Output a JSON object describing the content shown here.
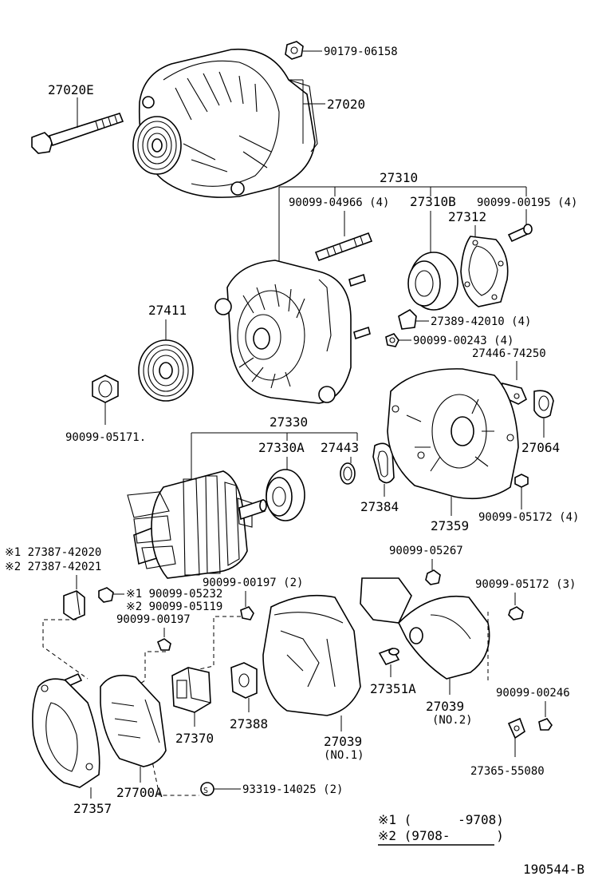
{
  "parts": {
    "nut_top": "90179-06158",
    "alternator": "27020",
    "bolt": "27020E",
    "frame_assy": "27310",
    "stud_bolt": "90099-04966 (4)",
    "bearing_rear": "27310B",
    "screw_top_right": "90099-00195 (4)",
    "retainer": "27312",
    "pulley": "27411",
    "insulator_42010": "27389-42010 (4)",
    "screw_00243": "90099-00243 (4)",
    "terminal_74250": "27446-74250",
    "cover_27064": "27064",
    "nut_05171": "90099-05171.",
    "rotor_assy": "27330",
    "bearing_27330a": "27330A",
    "ring_27443": "27443",
    "gasket_27384": "27384",
    "rear_frame": "27359",
    "nut_05172_4": "90099-05172 (4)",
    "holder_1": "※1 27387-42020",
    "holder_2": "※2 27387-42021",
    "bolt_alt_1": "※1 90099-05232",
    "bolt_alt_2": "※2 90099-05119",
    "screw_00197_single": "90099-00197",
    "screw_00197_2": "90099-00197 (2)",
    "nut_05267": "90099-05267",
    "nut_05172_3": "90099-05172 (3)",
    "brush_holder": "27370",
    "terminal_insulator": "27388",
    "end_cover_1": "27039",
    "end_cover_1_note": "(NO.1)",
    "bushing": "27351A",
    "end_cover_2": "27039",
    "end_cover_2_note": "(NO.2)",
    "screw_00246": "90099-00246",
    "plate_55080": "27365-55080",
    "rectifier": "27357",
    "regulator": "27700A",
    "washer_14025": "93319-14025 (2)"
  },
  "legend": {
    "line1": "※1 (      -9708)",
    "line2": "※2 (9708-      )"
  },
  "figure_code": "190544-B"
}
